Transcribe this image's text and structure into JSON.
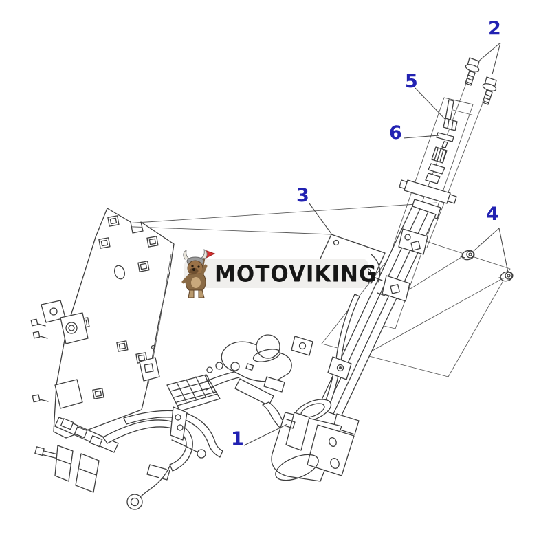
{
  "page": {
    "background": "#ffffff"
  },
  "watermark": {
    "brand": "MOTOVIKING",
    "badge_bg": "#f0efed",
    "text_color": "#161616",
    "mascot": "viking-dog-with-red-flag"
  },
  "callouts": {
    "color": "#2222b2",
    "items": [
      {
        "label": "1"
      },
      {
        "label": "2"
      },
      {
        "label": "3"
      },
      {
        "label": "4"
      },
      {
        "label": "5"
      },
      {
        "label": "6"
      }
    ]
  },
  "artwork": {
    "stroke_color": "#3e3e3e",
    "type": "exploded-parts-line-drawing",
    "subject": "steering column assembly with mounting plate, brake pedal, hoses, bolts and screws"
  }
}
